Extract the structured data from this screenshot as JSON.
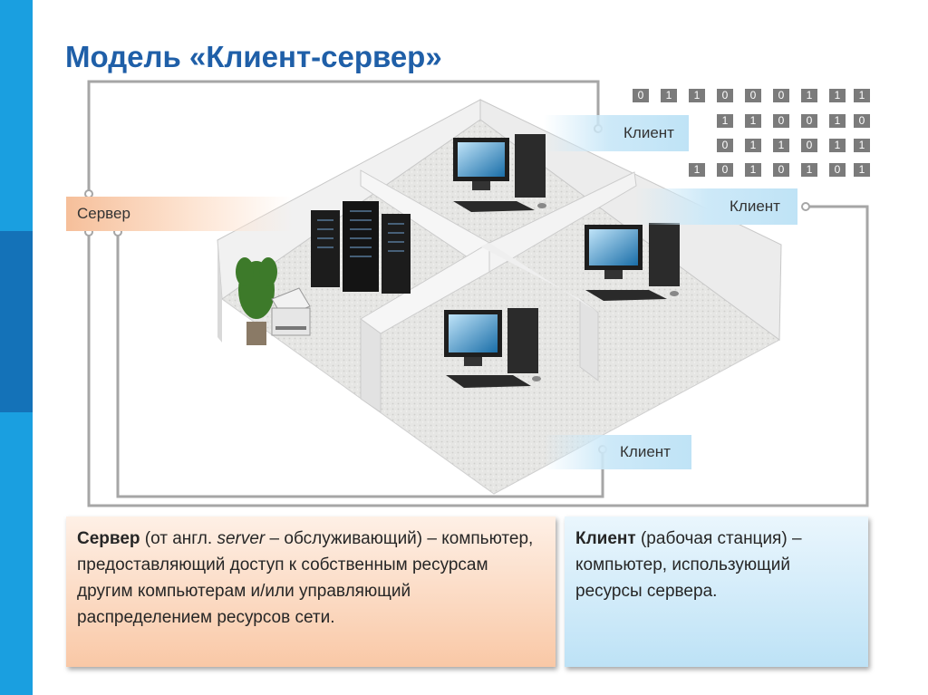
{
  "title": "Модель «Клиент-сервер»",
  "labels": {
    "server": "Сервер",
    "client_top": "Клиент",
    "client_right": "Клиент",
    "client_bottom": "Клиент"
  },
  "binary_rows": [
    [
      "0",
      "1",
      "1",
      "0",
      "0",
      "0",
      "1",
      "1",
      "1"
    ],
    [
      "1",
      "1",
      "0",
      "0",
      "1",
      "0"
    ],
    [
      "0",
      "1",
      "1",
      "0",
      "1",
      "1"
    ],
    [
      "1",
      "0",
      "1",
      "0",
      "1",
      "0",
      "1"
    ]
  ],
  "definitions": {
    "server_term": "Сервер",
    "server_paren_open": " (от англ. ",
    "server_english": "server",
    "server_rest": " – обслуживающий) – компьютер, предоставляющий доступ к собственным ресурсам другим компьютерам и/или управляющий  распределением ресурсов сети.",
    "client_term": "Клиент",
    "client_rest": " (рабочая станция) – компьютер, использующий ресурсы сервера."
  },
  "colors": {
    "sidebar": "#1a9fe0",
    "sidebar_dark": "#1472b8",
    "title": "#1f5fa8",
    "server_accent": "#f9c8a6",
    "client_accent": "#bde2f6"
  }
}
